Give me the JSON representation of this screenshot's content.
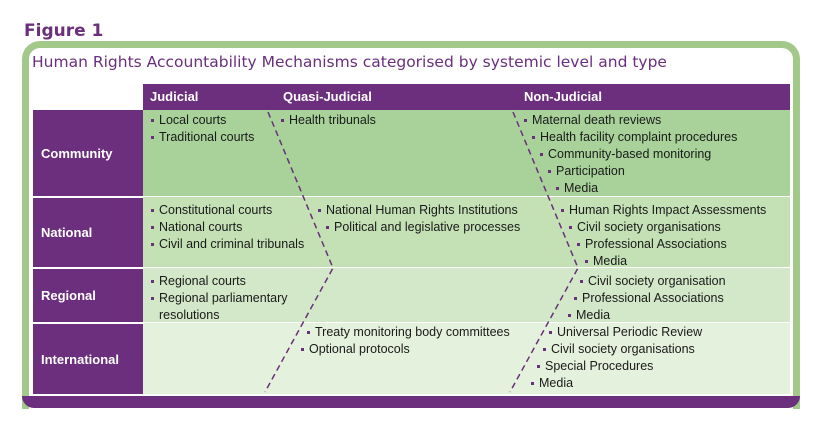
{
  "figure_label": "Figure 1",
  "title": "Human Rights Accountability Mechanisms categorised by systemic level and type",
  "columns": [
    "Judicial",
    "Quasi-Judicial",
    "Non-Judicial"
  ],
  "rows": [
    {
      "label": "Community",
      "judicial": [
        "Local courts",
        "Traditional courts"
      ],
      "quasi": [
        "Health tribunals"
      ],
      "non": [
        "Maternal death reviews",
        "Health facility complaint procedures",
        "Community-based monitoring",
        "Participation",
        "Media"
      ]
    },
    {
      "label": "National",
      "judicial": [
        "Constitutional courts",
        "National courts",
        "Civil and criminal tribunals"
      ],
      "quasi": [
        "National Human Rights Institutions",
        "Political and legislative processes"
      ],
      "non": [
        "Human Rights Impact Assessments",
        "Civil society organisations",
        "Professional Associations",
        "Media"
      ]
    },
    {
      "label": "Regional",
      "judicial": [
        "Regional courts",
        "Regional parliamentary",
        "resolutions"
      ],
      "quasi": [],
      "non": [
        "Civil society organisation",
        "Professional Associations",
        "Media"
      ]
    },
    {
      "label": "International",
      "judicial": [],
      "quasi": [
        "Treaty monitoring body committees",
        "Optional protocols"
      ],
      "non": [
        "Universal Periodic Review",
        "Civil society organisations",
        "Special Procedures",
        "Media"
      ]
    }
  ],
  "colors": {
    "purple": "#6b2f7d",
    "frame_green": "#a2c98a",
    "row_community": "#a8d29a",
    "row_national": "#c4e0b5",
    "row_regional": "#d3e8c8",
    "row_international": "#e4f1dc"
  }
}
